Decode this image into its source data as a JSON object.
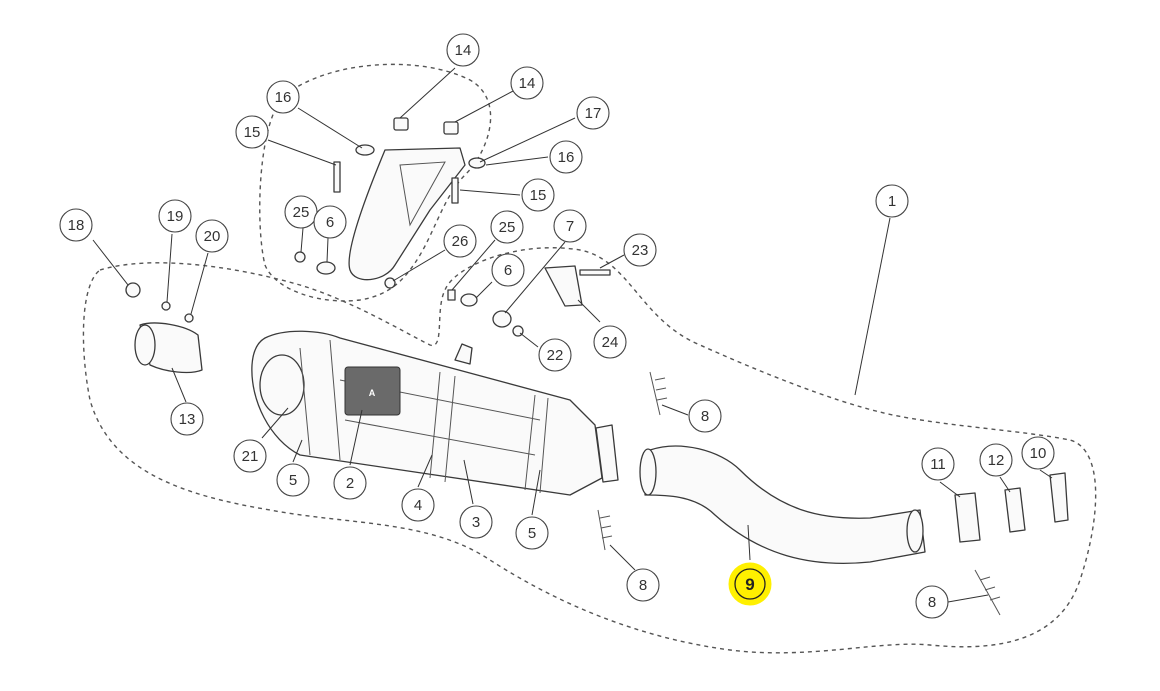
{
  "callouts": [
    {
      "label": "14"
    },
    {
      "label": "14"
    },
    {
      "label": "16"
    },
    {
      "label": "17"
    },
    {
      "label": "15"
    },
    {
      "label": "16"
    },
    {
      "label": "15"
    },
    {
      "label": "1"
    },
    {
      "label": "25"
    },
    {
      "label": "6"
    },
    {
      "label": "26"
    },
    {
      "label": "25"
    },
    {
      "label": "7"
    },
    {
      "label": "23"
    },
    {
      "label": "18"
    },
    {
      "label": "19"
    },
    {
      "label": "20"
    },
    {
      "label": "6"
    },
    {
      "label": "24"
    },
    {
      "label": "22"
    },
    {
      "label": "13"
    },
    {
      "label": "8"
    },
    {
      "label": "21"
    },
    {
      "label": "5"
    },
    {
      "label": "2"
    },
    {
      "label": "4"
    },
    {
      "label": "3"
    },
    {
      "label": "5"
    },
    {
      "label": "11"
    },
    {
      "label": "12"
    },
    {
      "label": "10"
    },
    {
      "label": "8"
    },
    {
      "label": "9"
    },
    {
      "label": "8"
    }
  ],
  "highlighted_label": "9",
  "highlight_color": "#fff000"
}
